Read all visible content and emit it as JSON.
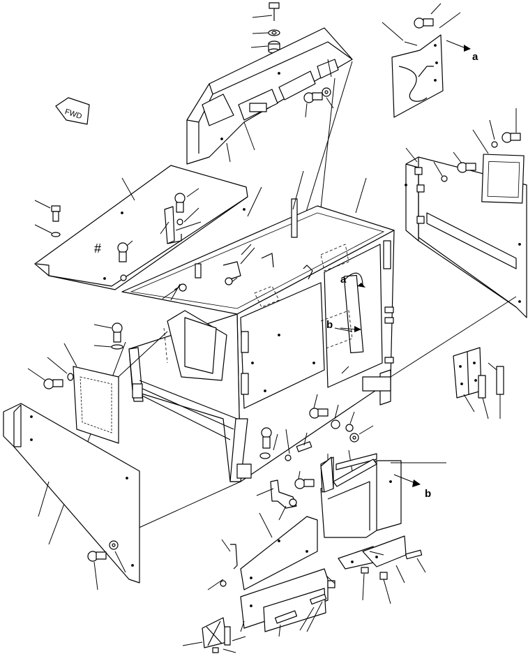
{
  "diagram": {
    "fwd_marker": "FWD",
    "ref_labels": {
      "a_top": "a",
      "a_mid": "a",
      "b_mid": "b",
      "b_bottom": "b"
    },
    "hatch_symbol": "#"
  }
}
